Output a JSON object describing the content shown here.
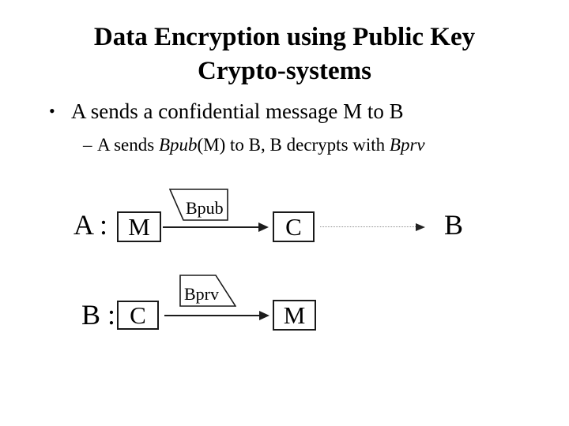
{
  "slide": {
    "title_line1": "Data Encryption using Public Key",
    "title_line2": "Crypto-systems",
    "bullet": {
      "marker": "•",
      "text": "A sends a confidential message M to B"
    },
    "sub_bullet": {
      "marker": "–",
      "part1": "A sends ",
      "part2_italic": "Bpub",
      "part3": "(M) to B, B decrypts with ",
      "part4_italic": "Bprv"
    },
    "diagram": {
      "row_a": {
        "label": "A :",
        "plaintext_box": "M",
        "key_label": "Bpub",
        "ciphertext_box": "C",
        "recipient_label": "B"
      },
      "row_b": {
        "label": "B :",
        "ciphertext_box": "C",
        "key_label": "Bprv",
        "plaintext_box": "M"
      }
    },
    "colors": {
      "background": "#ffffff",
      "text": "#000000",
      "box_border": "#1a1a1a",
      "solid_arrow": "#1c1c1c",
      "dotted_arrow": "#8f8f8f"
    }
  }
}
